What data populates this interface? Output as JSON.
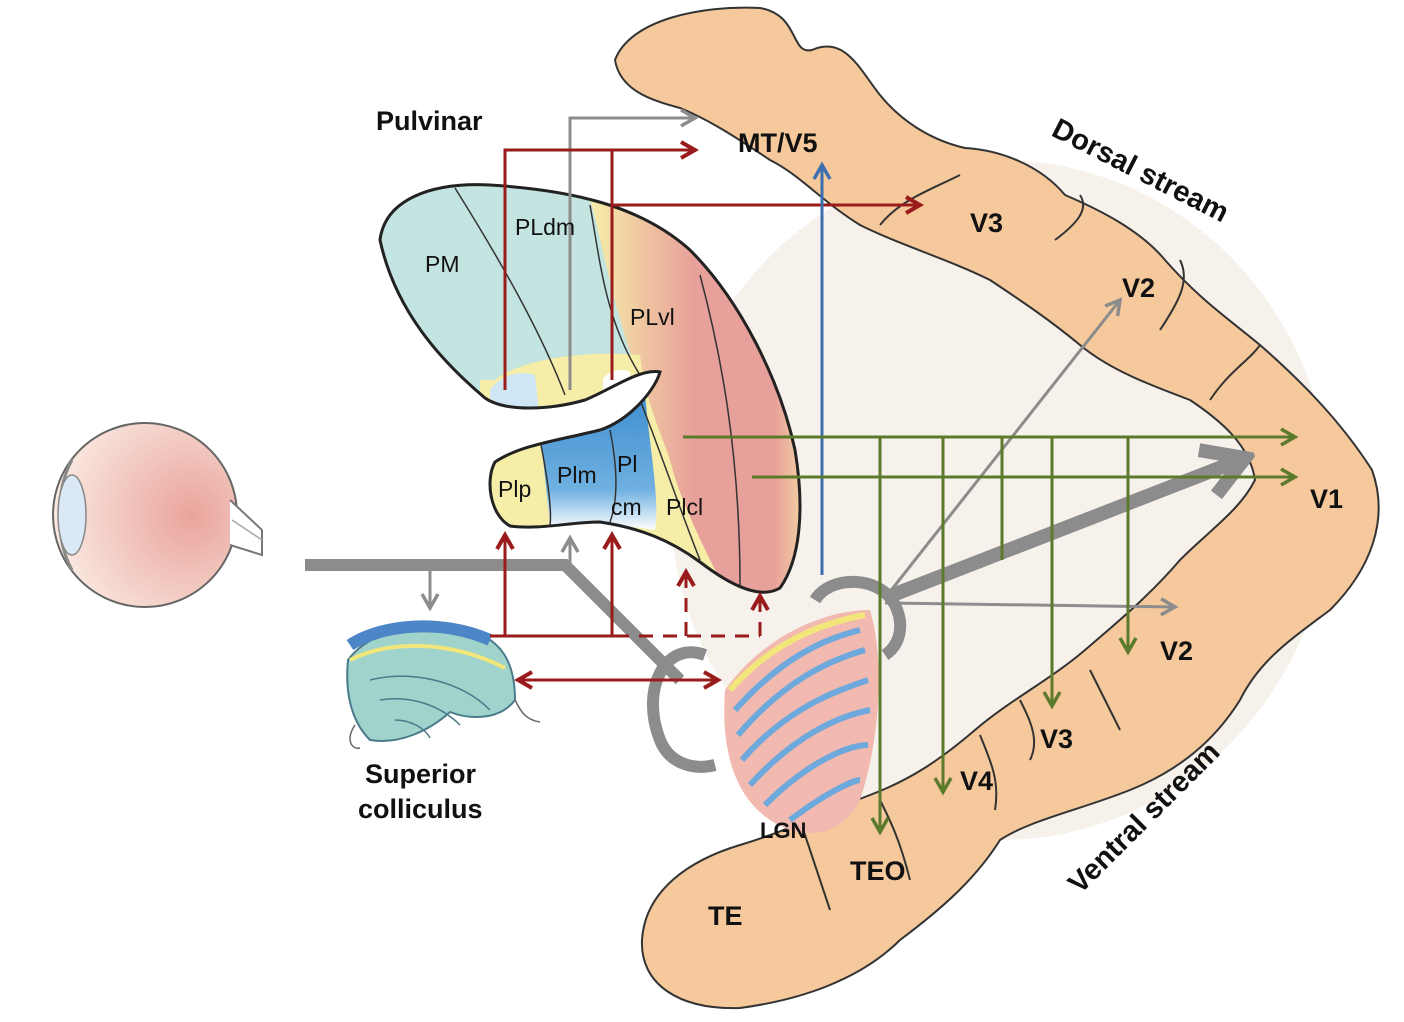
{
  "labels": {
    "pulvinar": "Pulvinar",
    "mt_v5": "MT/V5",
    "dorsal_stream": "Dorsal stream",
    "ventral_stream": "Ventral stream",
    "v3_dorsal": "V3",
    "v2_dorsal": "V2",
    "v1": "V1",
    "v2_ventral": "V2",
    "v3_ventral": "V3",
    "v4": "V4",
    "teo": "TEO",
    "te": "TE",
    "lgn": "LGN",
    "superior_colliculus_line1": "Superior",
    "superior_colliculus_line2": "colliculus",
    "pm": "PM",
    "pldm": "PLdm",
    "plvl": "PLvl",
    "plp": "Plp",
    "plm": "Plm",
    "plcm_line1": "Pl",
    "plcm_line2": "cm",
    "plcl": "Plcl"
  },
  "colors": {
    "cortex": "#f5c99c",
    "red_pathway": "#9a1b1b",
    "gray_pathway": "#8c8c8c",
    "green_pathway": "#5b7a2b",
    "blue_pathway": "#3d6fae",
    "pulvinar_teal": "#c3e4e1",
    "pulvinar_pink": "#e8a09a",
    "pulvinar_yellow": "#f6eea8",
    "pulvinar_blue": "#3f8fd0"
  }
}
